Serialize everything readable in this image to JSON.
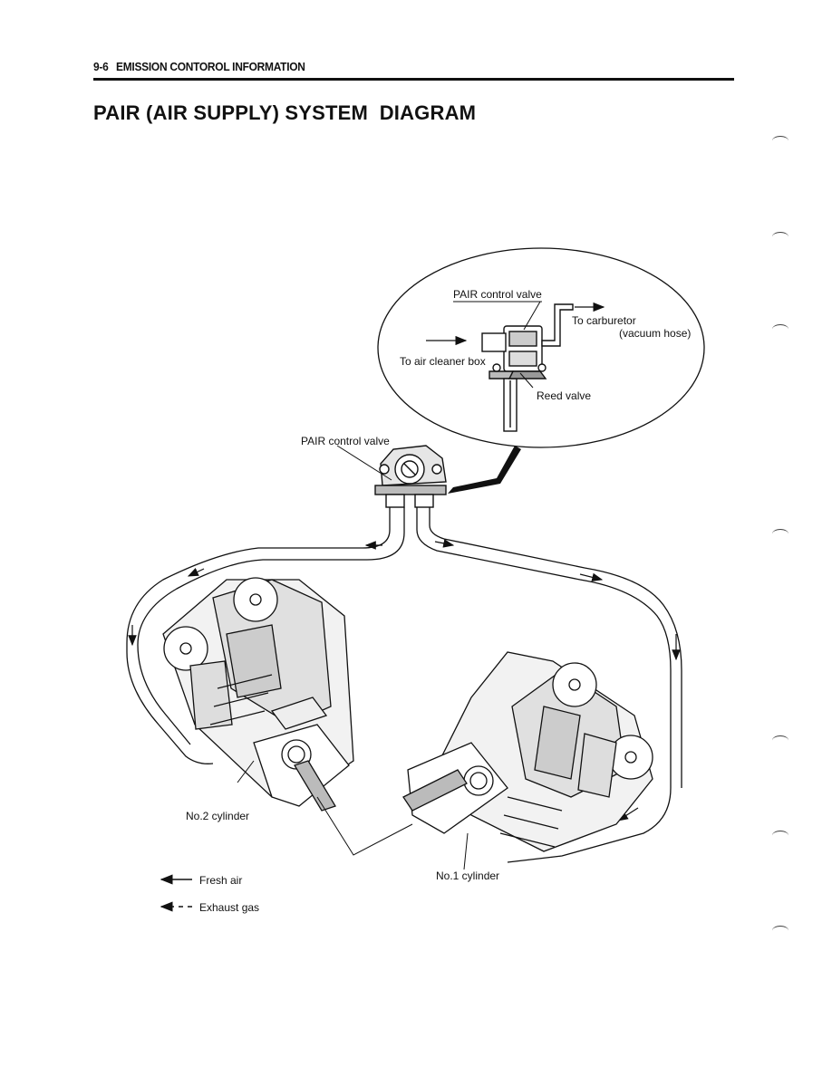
{
  "header": {
    "page_number": "9-6",
    "section": "EMISSION CONTOROL INFORMATION"
  },
  "title": "PAIR (AIR SUPPLY) SYSTEM  DIAGRAM",
  "callout": {
    "pair_valve_label": "PAIR control valve",
    "to_carburetor": "To carburetor",
    "vacuum_hose": "(vacuum hose)",
    "to_air_cleaner": "To air cleaner box",
    "reed_valve": "Reed valve"
  },
  "main": {
    "pair_valve_label": "PAIR control valve",
    "cylinder_2": "No.2 cylinder",
    "cylinder_1": "No.1 cylinder"
  },
  "legend": {
    "fresh_air": "Fresh air",
    "exhaust_gas": "Exhaust gas"
  }
}
